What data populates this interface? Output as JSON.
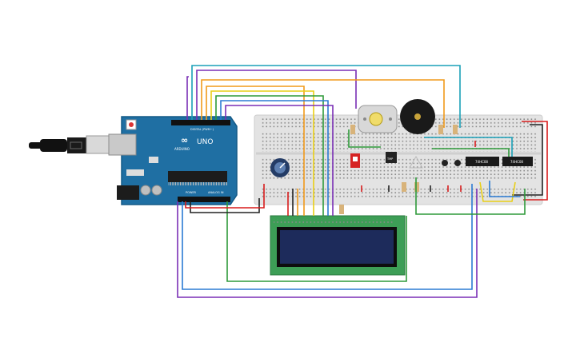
{
  "arduino": {
    "logo": "∞",
    "model": "UNO",
    "brand": "ARDUINO",
    "digital_label": "DIGITAL (PWM~)",
    "power_label": "POWER",
    "analog_label": "ANALOG IN"
  },
  "chips": {
    "chip1": "74HC08",
    "chip2": "74HC08"
  },
  "transistor": {
    "label": "TMP"
  },
  "colors": {
    "breadboard": "#e3e3e3",
    "arduino": "#1f6fa3",
    "lcd_pcb": "#3d9e56",
    "lcd_screen": "#1d2b5b",
    "wire_red": "#d81c1c",
    "wire_black": "#222222",
    "wire_green": "#2f9a3a",
    "wire_blue": "#2b7bd3",
    "wire_orange": "#f09a1a",
    "wire_purple": "#7a2fb5",
    "wire_teal": "#1aa0b8",
    "wire_yellow": "#e9cf17"
  },
  "icons": [
    "usb-plug-icon",
    "dc-motor-icon",
    "piezo-buzzer-icon",
    "potentiometer-icon",
    "push-button-icon",
    "slide-switch-icon",
    "photoresistor-icon"
  ]
}
